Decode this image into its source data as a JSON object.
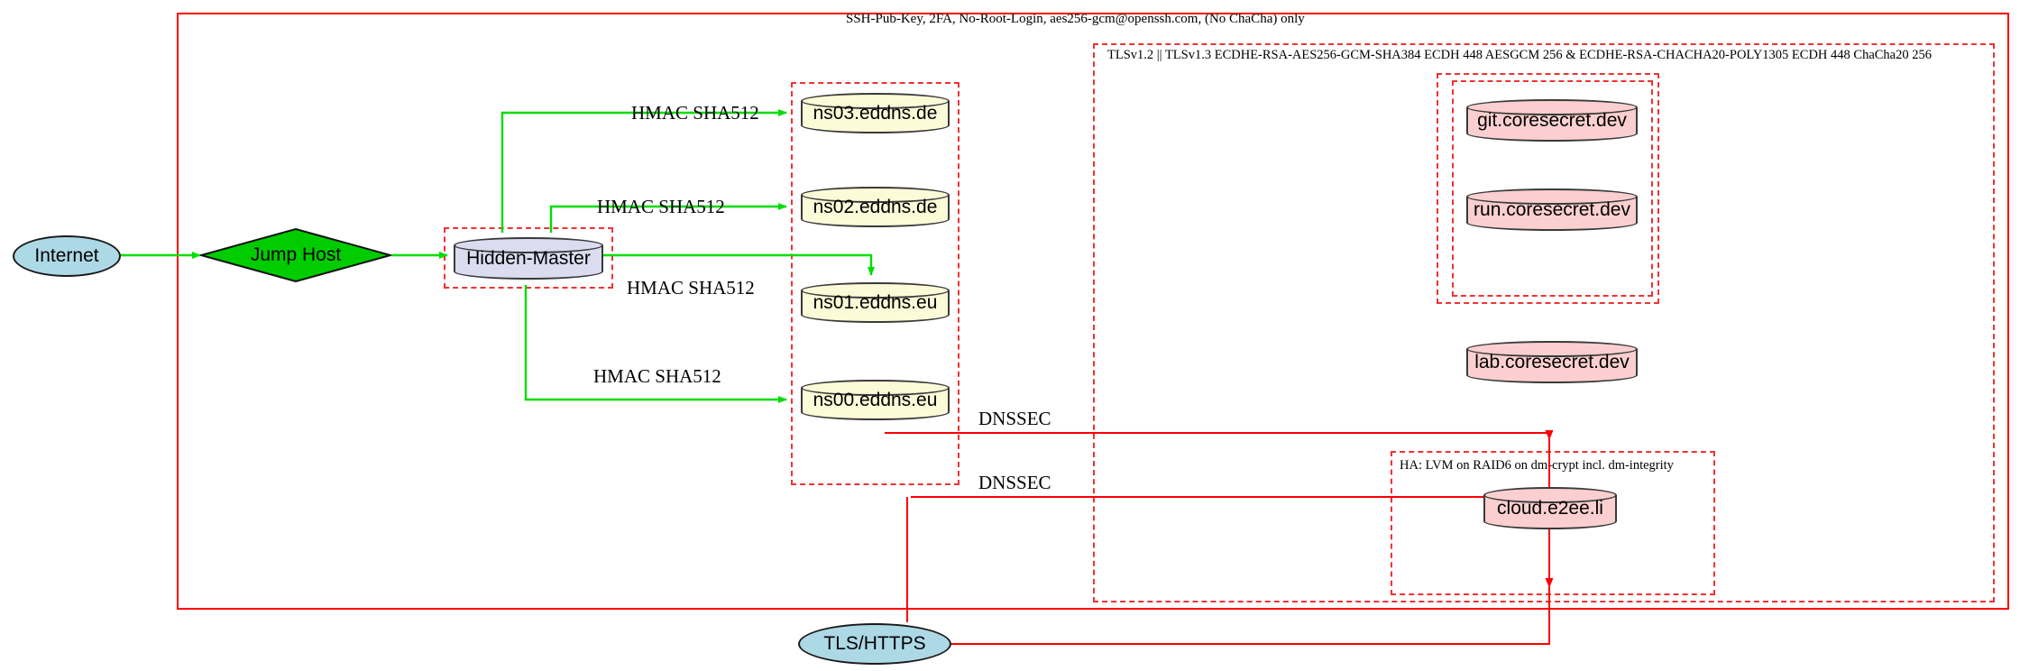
{
  "diagram": {
    "title_band": "SSH-Pub-Key, 2FA, No-Root-Login, aes256-gcm@openssh.com, (No ChaCha) only",
    "tls_band": "TLSv1.2 || TLSv1.3 ECDHE-RSA-AES256-GCM-SHA384 ECDH 448 AESGCM 256 & ECDHE-RSA-CHACHA20-POLY1305 ECDH 448 ChaCha20 256",
    "ha_band": "HA: LVM on RAID6 on dm-crypt incl. dm-integrity"
  },
  "nodes": {
    "internet": "Internet",
    "jump_host": "Jump Host",
    "hidden_master": "Hidden-Master",
    "ns03": "ns03.eddns.de",
    "ns02": "ns02.eddns.de",
    "ns01": "ns01.eddns.eu",
    "ns00": "ns00.eddns.eu",
    "git": "git.coresecret.dev",
    "run": "run.coresecret.dev",
    "lab": "lab.coresecret.dev",
    "cloud": "cloud.e2ee.li",
    "tls_https": "TLS/HTTPS"
  },
  "edge_labels": {
    "hmac_ns03": "HMAC SHA512",
    "hmac_ns02": "HMAC SHA512",
    "hmac_ns01": "HMAC SHA512",
    "hmac_ns00": "HMAC SHA512",
    "dnssec_upper": "DNSSEC",
    "dnssec_lower": "DNSSEC"
  },
  "colors": {
    "internet_fill": "#add8e6",
    "jump_host_fill": "#00cc00",
    "hidden_master_fill": "#dcdcf0",
    "dns_fill": "#fbfbd8",
    "service_fill": "#fbcfcf",
    "tls_https_fill": "#add8e6",
    "green_edge": "#00dd00",
    "red_edge": "#ff0000",
    "dashed_border": "#ee3333",
    "node_stroke": "#3a3a3a"
  }
}
